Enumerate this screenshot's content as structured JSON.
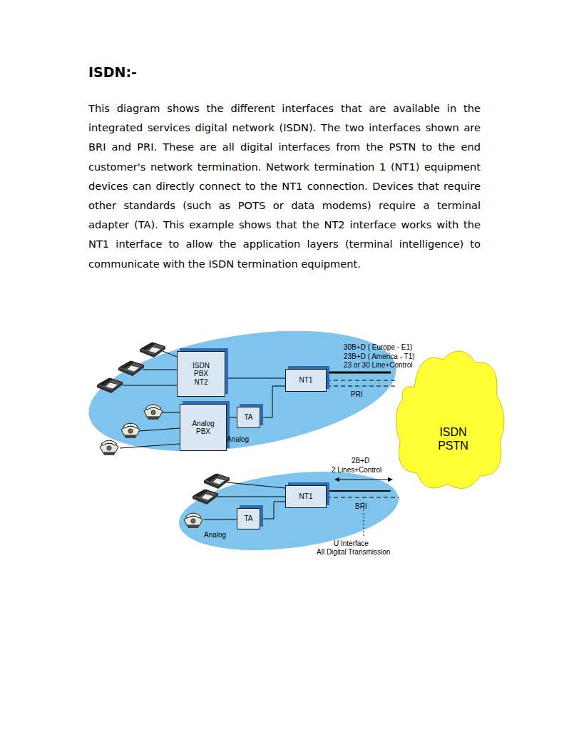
{
  "diagram": {
    "title": "ISDN:-",
    "caption": "This diagram shows the different interfaces that are available in the integrated services digital network (ISDN). The two interfaces shown are BRI and PRI. These are all digital interfaces from the PSTN to the end customer's network termination. Network termination 1 (NT1) equipment devices can directly connect to the NT1 connection. Devices that require other standards (such as POTS or data modems) require a terminal adapter (TA). This example shows that the NT2 interface works with the NT1 interface to allow the application layers (terminal intelligence) to communicate with the ISDN termination equipment.",
    "nodes": [
      {
        "text": [
          "ISDN PBX NT2"
        ]
      },
      {
        "text": [
          "NT1"
        ]
      },
      {
        "text": [
          "Analog PBX"
        ]
      },
      {
        "text": [
          "TA"
        ]
      },
      {
        "text": [
          "ISDN PSTN"
        ]
      },
      {
        "text": [
          "NT1"
        ]
      },
      {
        "text": [
          "TA"
        ]
      }
    ],
    "edges": [
      {
        "from": 0,
        "to": 1,
        "arrow": "none"
      },
      {
        "from": 2,
        "to": 3,
        "arrow": "none"
      },
      {
        "from": 3,
        "to": 1,
        "arrow": "none"
      },
      {
        "from": 1,
        "to": 4,
        "label": "PRI",
        "arrow": "none"
      },
      {
        "from": 6,
        "to": 5,
        "arrow": "none"
      },
      {
        "from": 5,
        "to": 4,
        "label": "BRI",
        "arrow": "none"
      }
    ],
    "labels": [
      "30B+D ( Europe - E1)",
      "23B+D ( America - T1)",
      "23 or 30 Line+Control",
      "Analog",
      "2B+D",
      "2 Lines+Control",
      "Analog",
      "U Interface",
      "All Digital Transmission"
    ]
  }
}
